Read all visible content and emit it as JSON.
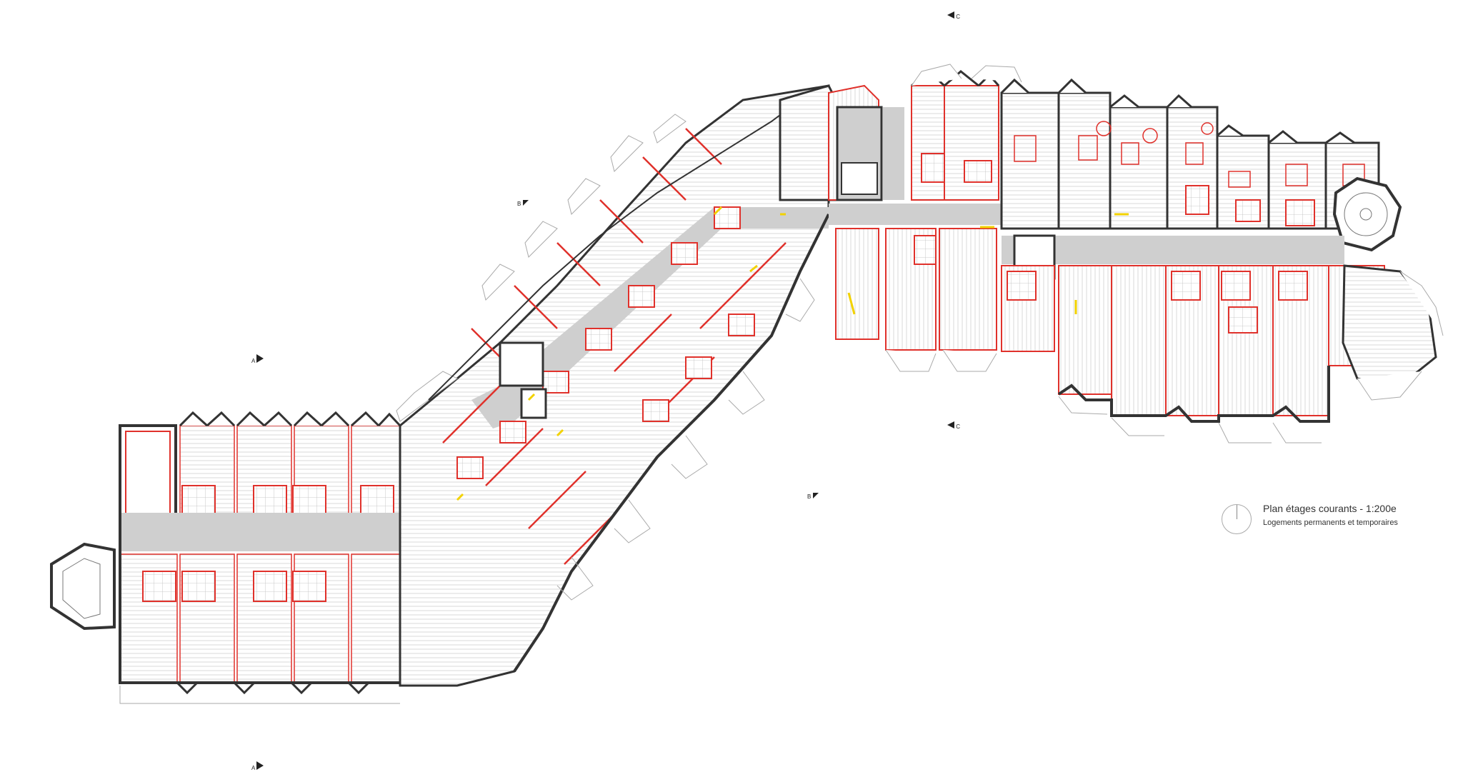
{
  "legend": {
    "title": "Plan étages courants - 1:200e",
    "subtitle": "Logements permanents et temporaires"
  },
  "section_marks": {
    "a_label": "A",
    "b_label": "B",
    "c_label": "C"
  },
  "colors": {
    "wall_dark": "#333333",
    "partition_red": "#e0312b",
    "corridor_gray": "#cfcfcf",
    "floor_hatch": "#c8c8c8",
    "door_yellow": "#f2d200"
  }
}
